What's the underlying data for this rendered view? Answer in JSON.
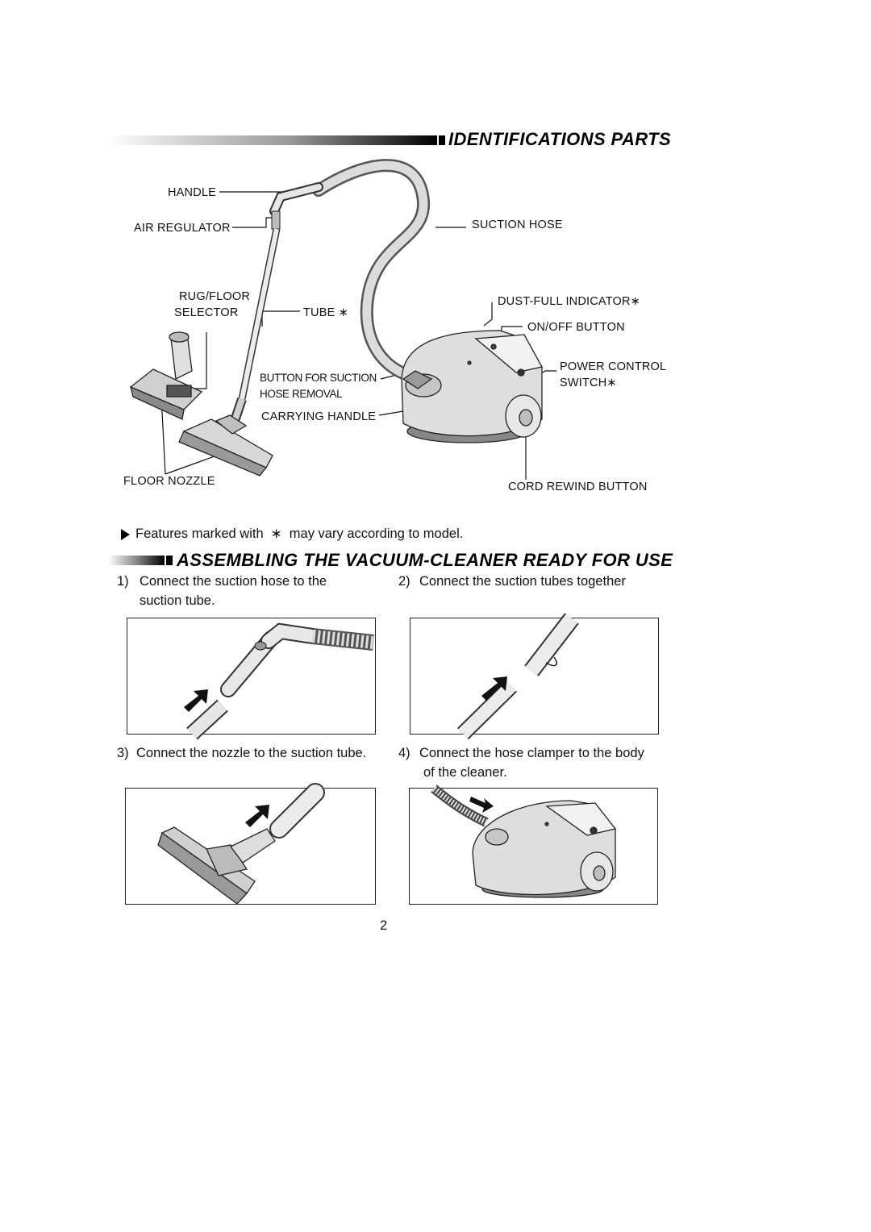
{
  "sections": {
    "identification_title": "IDENTIFICATIONS  PARTS",
    "assembly_title": "ASSEMBLING  THE  VACUUM-CLEANER  READY  FOR  USE"
  },
  "parts": {
    "handle": "HANDLE",
    "air_regulator": "AIR REGULATOR",
    "rug_floor": "RUG/FLOOR",
    "selector": "SELECTOR",
    "tube": "TUBE ∗",
    "button_for_suction": "BUTTON  FOR  SUCTION",
    "hose_removal": "HOSE REMOVAL",
    "carrying_handle": "CARRYING HANDLE",
    "floor_nozzle": "FLOOR NOZZLE",
    "suction_hose": "SUCTION HOSE",
    "dust_full_indicator": "DUST-FULL  INDICATOR∗",
    "on_off_button": "ON/OFF BUTTON",
    "power_control": "POWER CONTROL",
    "switch": "SWITCH∗",
    "cord_rewind_button": "CORD REWIND BUTTON"
  },
  "note": {
    "text": "Features marked with  ∗  may vary according to model."
  },
  "steps": [
    {
      "num": "1)",
      "text": "Connect the suction hose to the",
      "text2": "suction tube."
    },
    {
      "num": "2)",
      "text": "Connect the suction tubes together"
    },
    {
      "num": "3)",
      "text": "Connect the nozzle to the suction tube."
    },
    {
      "num": "4)",
      "text": "Connect the hose clamper to the body",
      "text2": "of the cleaner."
    }
  ],
  "page_number": "2",
  "colors": {
    "ink": "#111111",
    "body_grey": "#d9d9d9",
    "accent_black": "#000000"
  }
}
